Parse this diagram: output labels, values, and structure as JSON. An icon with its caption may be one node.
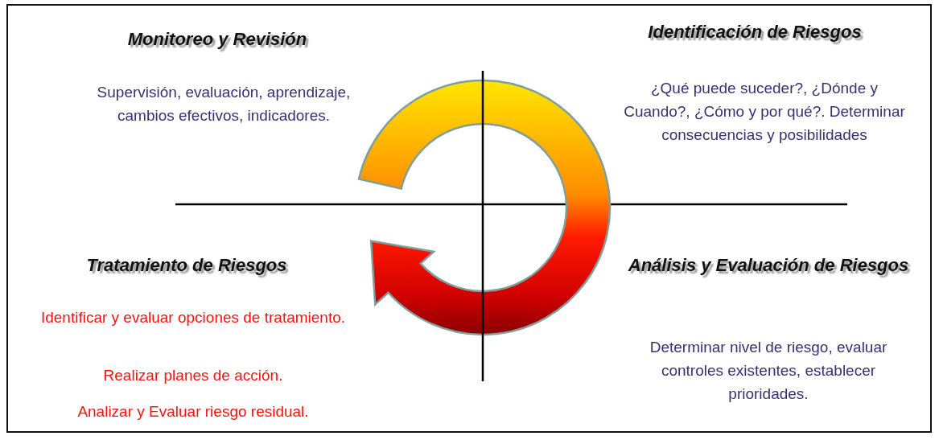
{
  "diagram": {
    "labels": [
      "Monitoreo y Revisión",
      "Supervisión, evaluación, aprendizaje, cambios efectivos, indicadores.",
      "Identificación de Riesgos",
      "¿Qué puede suceder?, ¿Dónde y Cuando?, ¿Cómo y por qué?. Determinar consecuencias y posibilidades",
      "Tratamiento de Riesgos",
      "Identificar y evaluar opciones de tratamiento.",
      "Realizar planes de acción.",
      "Analizar y Evaluar riesgo residual.",
      "Análisis y Evaluación de Riesgos",
      "Determinar nivel de riesgo, evaluar controles existentes, establecer prioridades."
    ]
  }
}
